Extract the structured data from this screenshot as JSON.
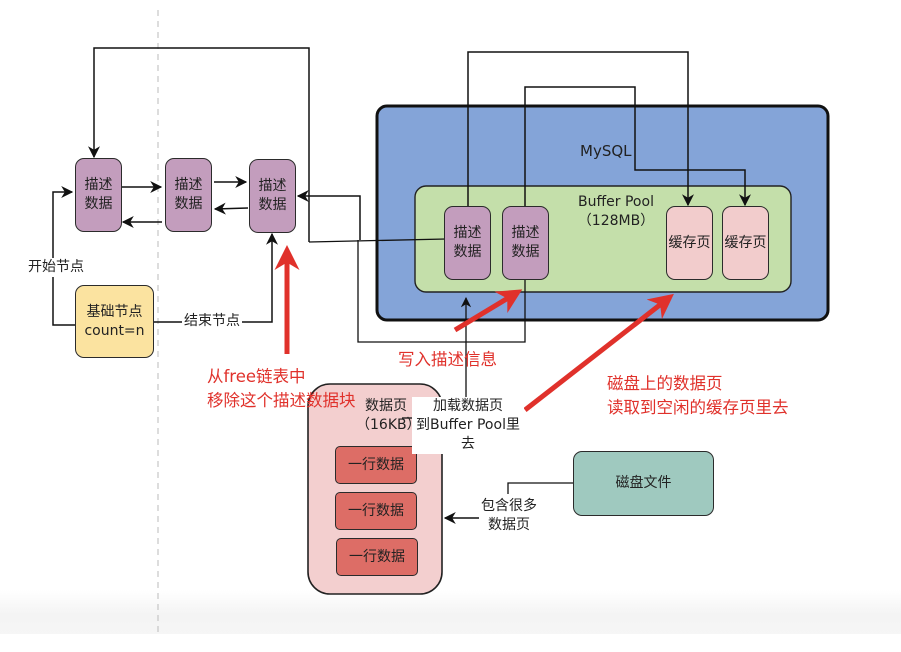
{
  "diagram": {
    "colors": {
      "mysql_fill": "#84a4d8",
      "buffer_pool_fill": "#c4dfaa",
      "descriptor_fill": "#c39dbd",
      "cache_page_fill": "#f2cccc",
      "base_node_fill": "#fbe3a0",
      "data_page_fill": "#f3cfcf",
      "row_fill": "#dd6d66",
      "disk_file_fill": "#9fc9bf",
      "annotation_red": "#e0312b"
    },
    "free_list": {
      "descriptors": [
        {
          "label": "描述\n数据"
        },
        {
          "label": "描述\n数据"
        },
        {
          "label": "描述\n数据"
        }
      ],
      "base_node": {
        "label": "基础节点\ncount=n"
      },
      "start_node_label": "开始节点",
      "end_node_label": "结束节点"
    },
    "mysql": {
      "title": "MySQL",
      "buffer_pool": {
        "title": "Buffer Pool\n（128MB）",
        "descriptors": [
          {
            "label": "描述\n数据"
          },
          {
            "label": "描述\n数据"
          }
        ],
        "cache_pages": [
          {
            "label": "缓存页"
          },
          {
            "label": "缓存页"
          }
        ]
      }
    },
    "data_page": {
      "title": "数据页\n（16KB）",
      "rows": [
        {
          "label": "一行数据"
        },
        {
          "label": "一行数据"
        },
        {
          "label": "一行数据"
        }
      ]
    },
    "disk_file": {
      "label": "磁盘文件"
    },
    "labels": {
      "load_page": "加载数据页\n到Buffer Pool里去",
      "contains_pages": "包含很多\n数据页"
    },
    "annotations": {
      "remove_from_free": "从free链表中\n移除这个描述数据块",
      "write_descriptor": "写入描述信息",
      "read_to_cache": "磁盘上的数据页\n读取到空闲的缓存页里去"
    }
  }
}
